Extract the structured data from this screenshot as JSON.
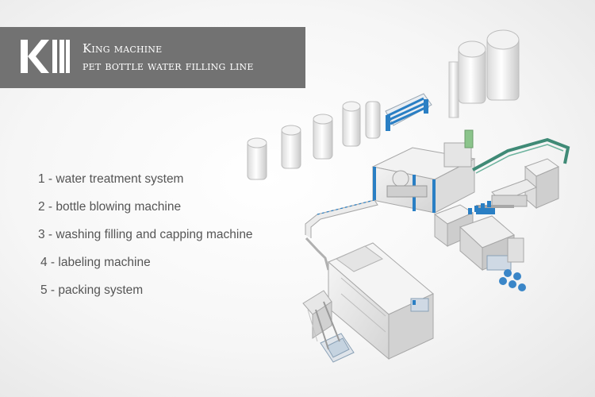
{
  "banner": {
    "title": "King machine",
    "subtitle": "pet bottle water filling line",
    "logo_icon": "km-logo-icon",
    "background_color": "#727272"
  },
  "legend": {
    "items": [
      {
        "label": "1 - water treatment system"
      },
      {
        "label": "2 - bottle blowing machine"
      },
      {
        "label": "3 - washing filling and capping  machine"
      },
      {
        "label": "4 - labeling machine"
      },
      {
        "label": "5 - packing system"
      }
    ]
  },
  "colors": {
    "accent_blue": "#2a7fc4",
    "conveyor_green": "#3f8a76",
    "text_gray": "#555555"
  }
}
